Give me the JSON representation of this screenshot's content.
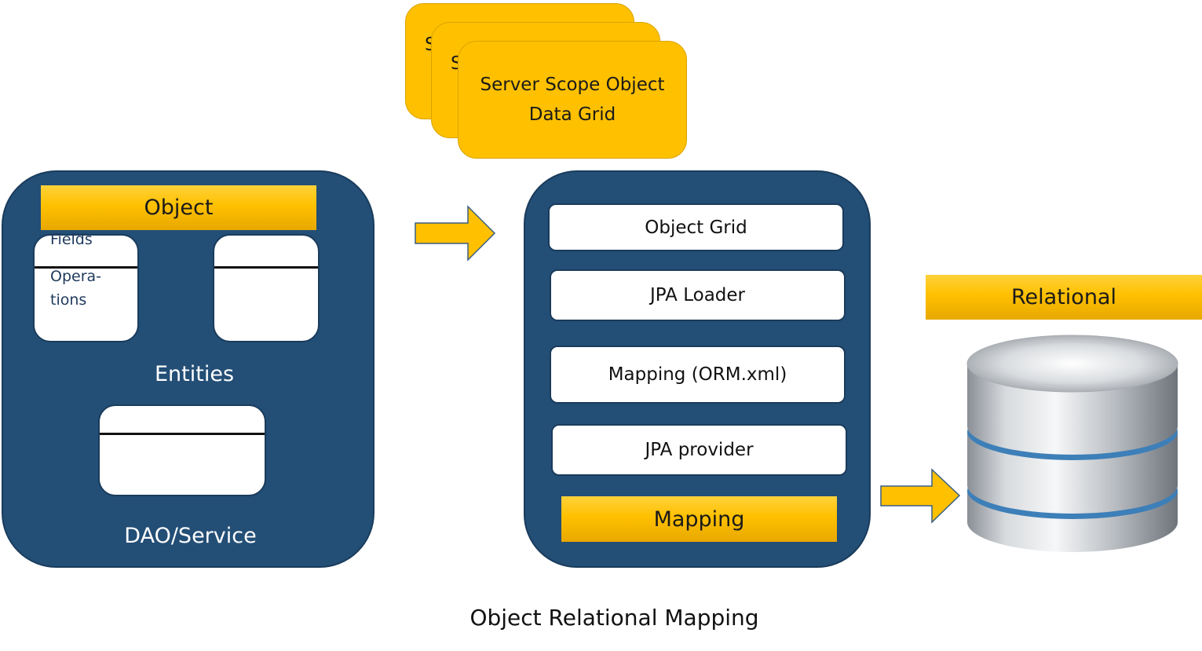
{
  "stack_card": {
    "peek_letter": "S",
    "line1": "Server Scope Object",
    "line2": "Data Grid"
  },
  "object_panel": {
    "title": "Object",
    "entity_fields_label": "Fields",
    "entity_operations_label_1": "Opera-",
    "entity_operations_label_2": "tions",
    "entities_label": "Entities",
    "service_label": "DAO/Service"
  },
  "mapping_panel": {
    "layers": [
      "Object Grid",
      "JPA Loader",
      "Mapping (ORM.xml)",
      "JPA provider"
    ],
    "title": "Mapping"
  },
  "relational": {
    "title": "Relational",
    "icon": "database-icon"
  },
  "caption": "Object Relational Mapping",
  "colors": {
    "navy": "#234E76",
    "gold": "#FFC000",
    "arrow": "#FFC000"
  }
}
